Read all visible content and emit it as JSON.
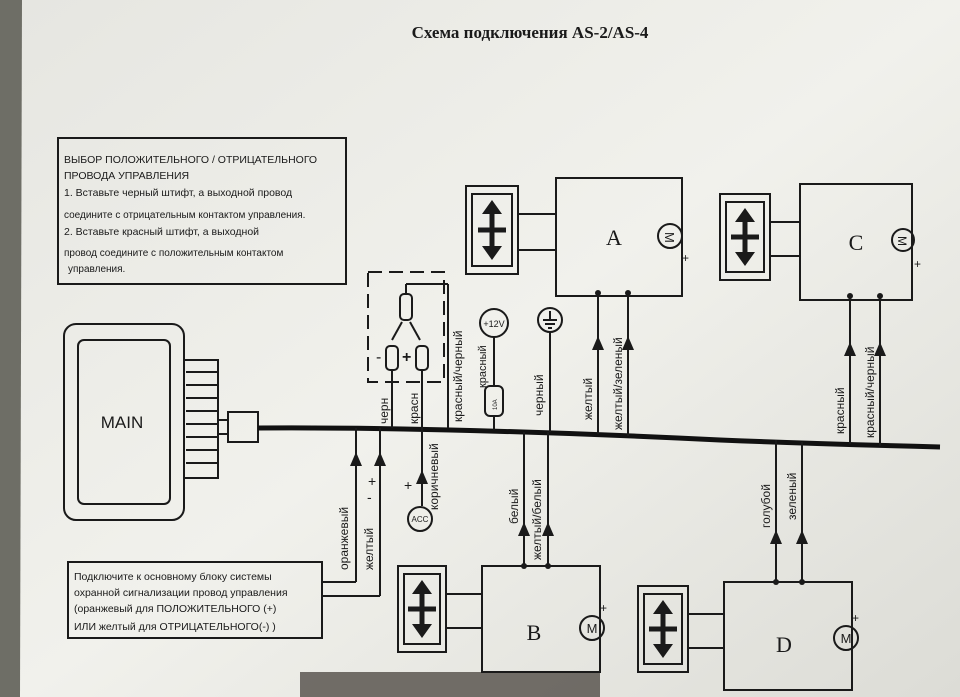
{
  "title": "Схема подключения AS-2/AS-4",
  "note_top": {
    "lines": [
      "ВЫБОР ПОЛОЖИТЕЛЬНОГО / ОТРИЦАТЕЛЬНОГО",
      "ПРОВОДА УПРАВЛЕНИЯ",
      "1. Вставьте черный штифт, а выходной провод",
      "соедините с отрицательным контактом управления.",
      "2. Вставьте красный штифт, а выходной",
      "провод соедините с положительным контактом",
      "управления."
    ]
  },
  "note_bottom": {
    "lines": [
      "Подключите к основному блоку системы",
      "охранной сигнализации провод управления",
      "(оранжевый для ПОЛОЖИТЕЛЬНОГО (+)",
      "ИЛИ желтый для ОТРИЦАТЕЛЬНОГО(-) )"
    ]
  },
  "main_unit": {
    "label": "MAIN"
  },
  "actuators": {
    "a": {
      "label": "A",
      "motor": "M",
      "plus": "+"
    },
    "b": {
      "label": "B",
      "motor": "M",
      "plus": "+"
    },
    "c": {
      "label": "C",
      "motor": "M",
      "plus": "+"
    },
    "d": {
      "label": "D",
      "motor": "M",
      "plus": "+"
    }
  },
  "wires": {
    "orange": "оранжевый",
    "yellow": "желтый",
    "black": "черн",
    "red_short": "красн",
    "brown": "коричневый",
    "red_black": "красный/черный",
    "red": "красный",
    "black_full": "черный",
    "yellow_a": "желтый",
    "yellow_green": "желтый/зеленый",
    "white": "белый",
    "white_black": "желтый/белый",
    "blue": "голубой",
    "green": "зеленый",
    "red_c": "красный",
    "red_black_c": "красный/черный"
  },
  "symbols": {
    "v12": "+12V",
    "fuse": "10A",
    "acc": "ACC",
    "plus": "+",
    "minus": "-"
  }
}
